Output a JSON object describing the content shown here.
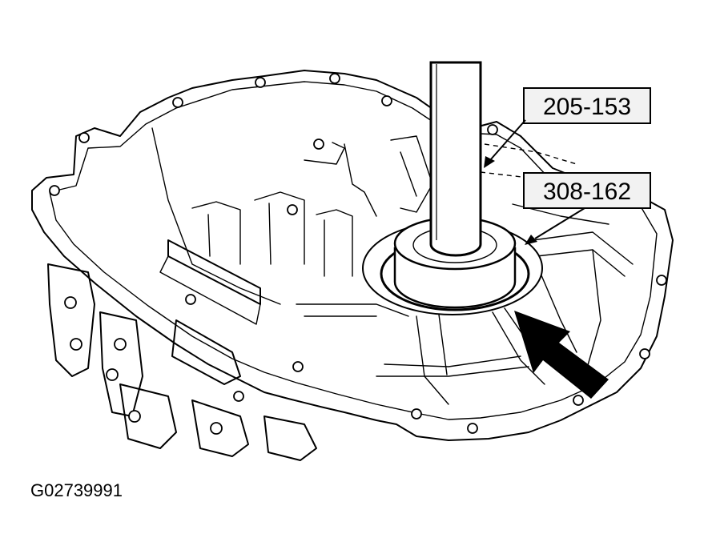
{
  "callouts": {
    "tool_top": "205-153",
    "tool_bottom": "308-162"
  },
  "figure_id": "G02739991",
  "colors": {
    "ink": "#000000",
    "background": "#ffffff",
    "label_box": "#f2f2f2"
  },
  "icons": [
    "arrow-icon"
  ]
}
